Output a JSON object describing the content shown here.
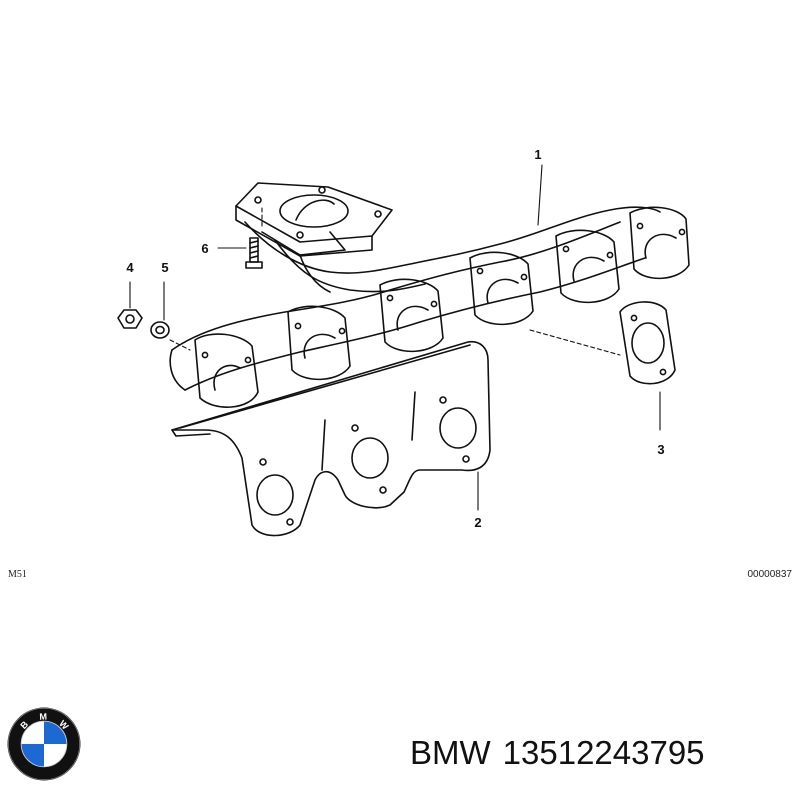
{
  "callouts": {
    "c1": "1",
    "c2": "2",
    "c3": "3",
    "c4": "4",
    "c5": "5",
    "c6": "6"
  },
  "model_code": "M51",
  "diagram_code": "00000837",
  "logo": {
    "letters": [
      "B",
      "M",
      "W"
    ],
    "colors": {
      "blue": "#1c69d4",
      "white": "#ffffff",
      "ring": "#111111"
    }
  },
  "caption": {
    "brand": "BMW",
    "part_number": "13512243795"
  }
}
